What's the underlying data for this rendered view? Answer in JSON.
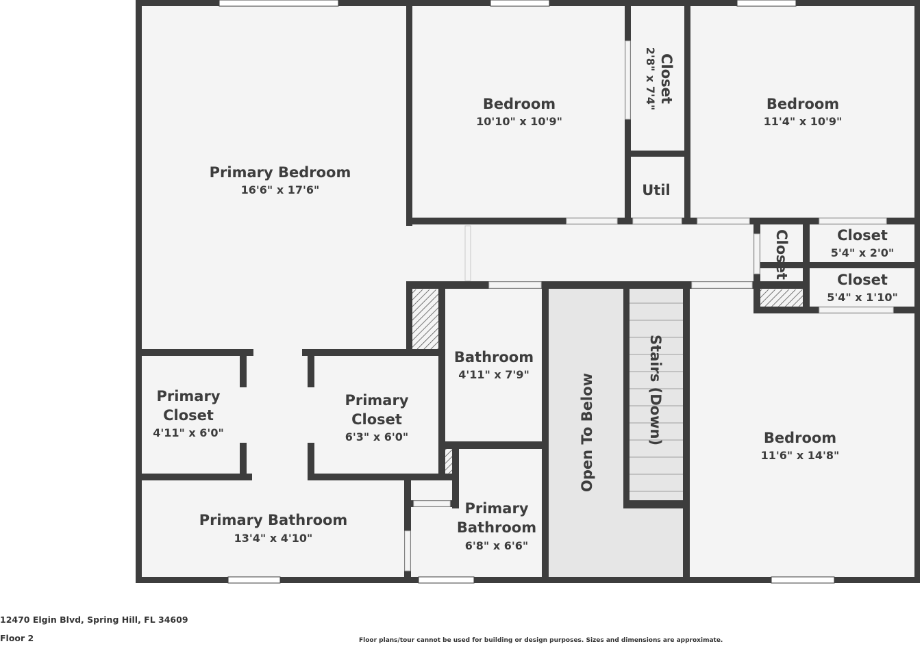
{
  "rooms": {
    "primary_bedroom": {
      "name": "Primary Bedroom",
      "dims": "16'6\" x 17'6\""
    },
    "bedroom_a": {
      "name": "Bedroom",
      "dims": "10'10\" x 10'9\""
    },
    "closet_a": {
      "name": "Closet",
      "dims": "2'8\" x 7'4\""
    },
    "bedroom_b": {
      "name": "Bedroom",
      "dims": "11'4\" x 10'9\""
    },
    "util": {
      "name": "Util"
    },
    "closet_hall": {
      "name": "Closet"
    },
    "closet_b": {
      "name": "Closet",
      "dims": "5'4\" x 2'0\""
    },
    "closet_c": {
      "name": "Closet",
      "dims": "5'4\" x 1'10\""
    },
    "bathroom": {
      "name": "Bathroom",
      "dims": "4'11\" x 7'9\""
    },
    "open_to_below": {
      "name": "Open To Below"
    },
    "stairs": {
      "name": "Stairs (Down)"
    },
    "bedroom_c": {
      "name": "Bedroom",
      "dims": "11'6\" x 14'8\""
    },
    "primary_closet_a": {
      "name_line1": "Primary",
      "name_line2": "Closet",
      "dims": "4'11\" x 6'0\""
    },
    "primary_closet_b": {
      "name_line1": "Primary",
      "name_line2": "Closet",
      "dims": "6'3\" x 6'0\""
    },
    "primary_bathroom_a": {
      "name": "Primary Bathroom",
      "dims": "13'4\" x 4'10\""
    },
    "primary_bathroom_b": {
      "name_line1": "Primary",
      "name_line2": "Bathroom",
      "dims": "6'8\" x 6'6\""
    }
  },
  "footer": {
    "address": "12470 Elgin Blvd, Spring Hill, FL 34609",
    "floor": "Floor 2",
    "disclaimer": "Floor plans/tour cannot be used for building or design purposes. Sizes and dimensions are approximate."
  },
  "colors": {
    "wall": "#3d3d3d",
    "floor": "#f4f4f4",
    "open_to_below": "#e6e6e6",
    "text": "#3d3d3d"
  }
}
